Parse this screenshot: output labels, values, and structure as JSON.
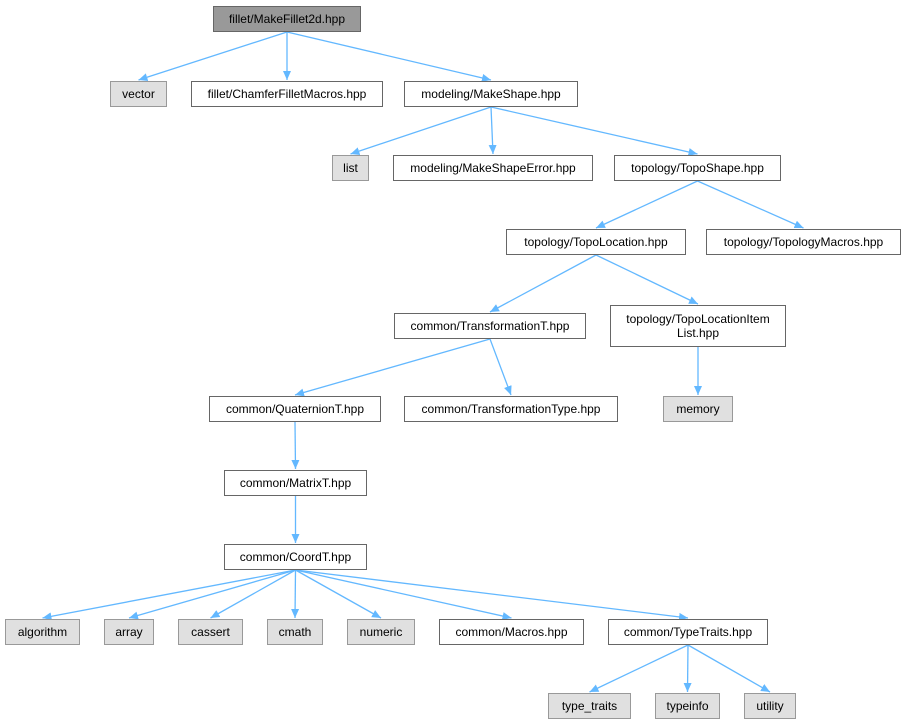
{
  "nodes": [
    {
      "id": "root",
      "label": "fillet/MakeFillet2d.hpp",
      "kind": "root"
    },
    {
      "id": "vector",
      "label": "vector",
      "kind": "sys"
    },
    {
      "id": "chamfer",
      "label": "fillet/ChamferFilletMacros.hpp",
      "kind": "file"
    },
    {
      "id": "makeshape",
      "label": "modeling/MakeShape.hpp",
      "kind": "file"
    },
    {
      "id": "list",
      "label": "list",
      "kind": "sys"
    },
    {
      "id": "makeshapeerror",
      "label": "modeling/MakeShapeError.hpp",
      "kind": "file"
    },
    {
      "id": "toposhape",
      "label": "topology/TopoShape.hpp",
      "kind": "file"
    },
    {
      "id": "topolocation",
      "label": "topology/TopoLocation.hpp",
      "kind": "file"
    },
    {
      "id": "topologymacros",
      "label": "topology/TopologyMacros.hpp",
      "kind": "file"
    },
    {
      "id": "transformationt",
      "label": "common/TransformationT.hpp",
      "kind": "file"
    },
    {
      "id": "topolocationitemlist",
      "label": [
        "topology/TopoLocationItem",
        "List.hpp"
      ],
      "kind": "file"
    },
    {
      "id": "quaternion",
      "label": "common/QuaternionT.hpp",
      "kind": "file"
    },
    {
      "id": "transformationtype",
      "label": "common/TransformationType.hpp",
      "kind": "file"
    },
    {
      "id": "memory",
      "label": "memory",
      "kind": "sys"
    },
    {
      "id": "matrix",
      "label": "common/MatrixT.hpp",
      "kind": "file"
    },
    {
      "id": "coord",
      "label": "common/CoordT.hpp",
      "kind": "file"
    },
    {
      "id": "algorithm",
      "label": "algorithm",
      "kind": "sys"
    },
    {
      "id": "array",
      "label": "array",
      "kind": "sys"
    },
    {
      "id": "cassert",
      "label": "cassert",
      "kind": "sys"
    },
    {
      "id": "cmath",
      "label": "cmath",
      "kind": "sys"
    },
    {
      "id": "numeric",
      "label": "numeric",
      "kind": "sys"
    },
    {
      "id": "macros",
      "label": "common/Macros.hpp",
      "kind": "file"
    },
    {
      "id": "typetraits",
      "label": "common/TypeTraits.hpp",
      "kind": "file"
    },
    {
      "id": "type_traits",
      "label": "type_traits",
      "kind": "sys"
    },
    {
      "id": "typeinfo",
      "label": "typeinfo",
      "kind": "sys"
    },
    {
      "id": "utility",
      "label": "utility",
      "kind": "sys"
    }
  ],
  "edges": [
    [
      "root",
      "vector"
    ],
    [
      "root",
      "chamfer"
    ],
    [
      "root",
      "makeshape"
    ],
    [
      "makeshape",
      "list"
    ],
    [
      "makeshape",
      "makeshapeerror"
    ],
    [
      "makeshape",
      "toposhape"
    ],
    [
      "toposhape",
      "topolocation"
    ],
    [
      "toposhape",
      "topologymacros"
    ],
    [
      "topolocation",
      "transformationt"
    ],
    [
      "topolocation",
      "topolocationitemlist"
    ],
    [
      "transformationt",
      "quaternion"
    ],
    [
      "transformationt",
      "transformationtype"
    ],
    [
      "topolocationitemlist",
      "memory"
    ],
    [
      "quaternion",
      "matrix"
    ],
    [
      "matrix",
      "coord"
    ],
    [
      "coord",
      "algorithm"
    ],
    [
      "coord",
      "array"
    ],
    [
      "coord",
      "cassert"
    ],
    [
      "coord",
      "cmath"
    ],
    [
      "coord",
      "numeric"
    ],
    [
      "coord",
      "macros"
    ],
    [
      "coord",
      "typetraits"
    ],
    [
      "typetraits",
      "type_traits"
    ],
    [
      "typetraits",
      "typeinfo"
    ],
    [
      "typetraits",
      "utility"
    ]
  ],
  "colors": {
    "edge": "#63b8ff",
    "root_fill": "#999999",
    "sys_fill": "#e0e0e0",
    "border": "#666666"
  }
}
